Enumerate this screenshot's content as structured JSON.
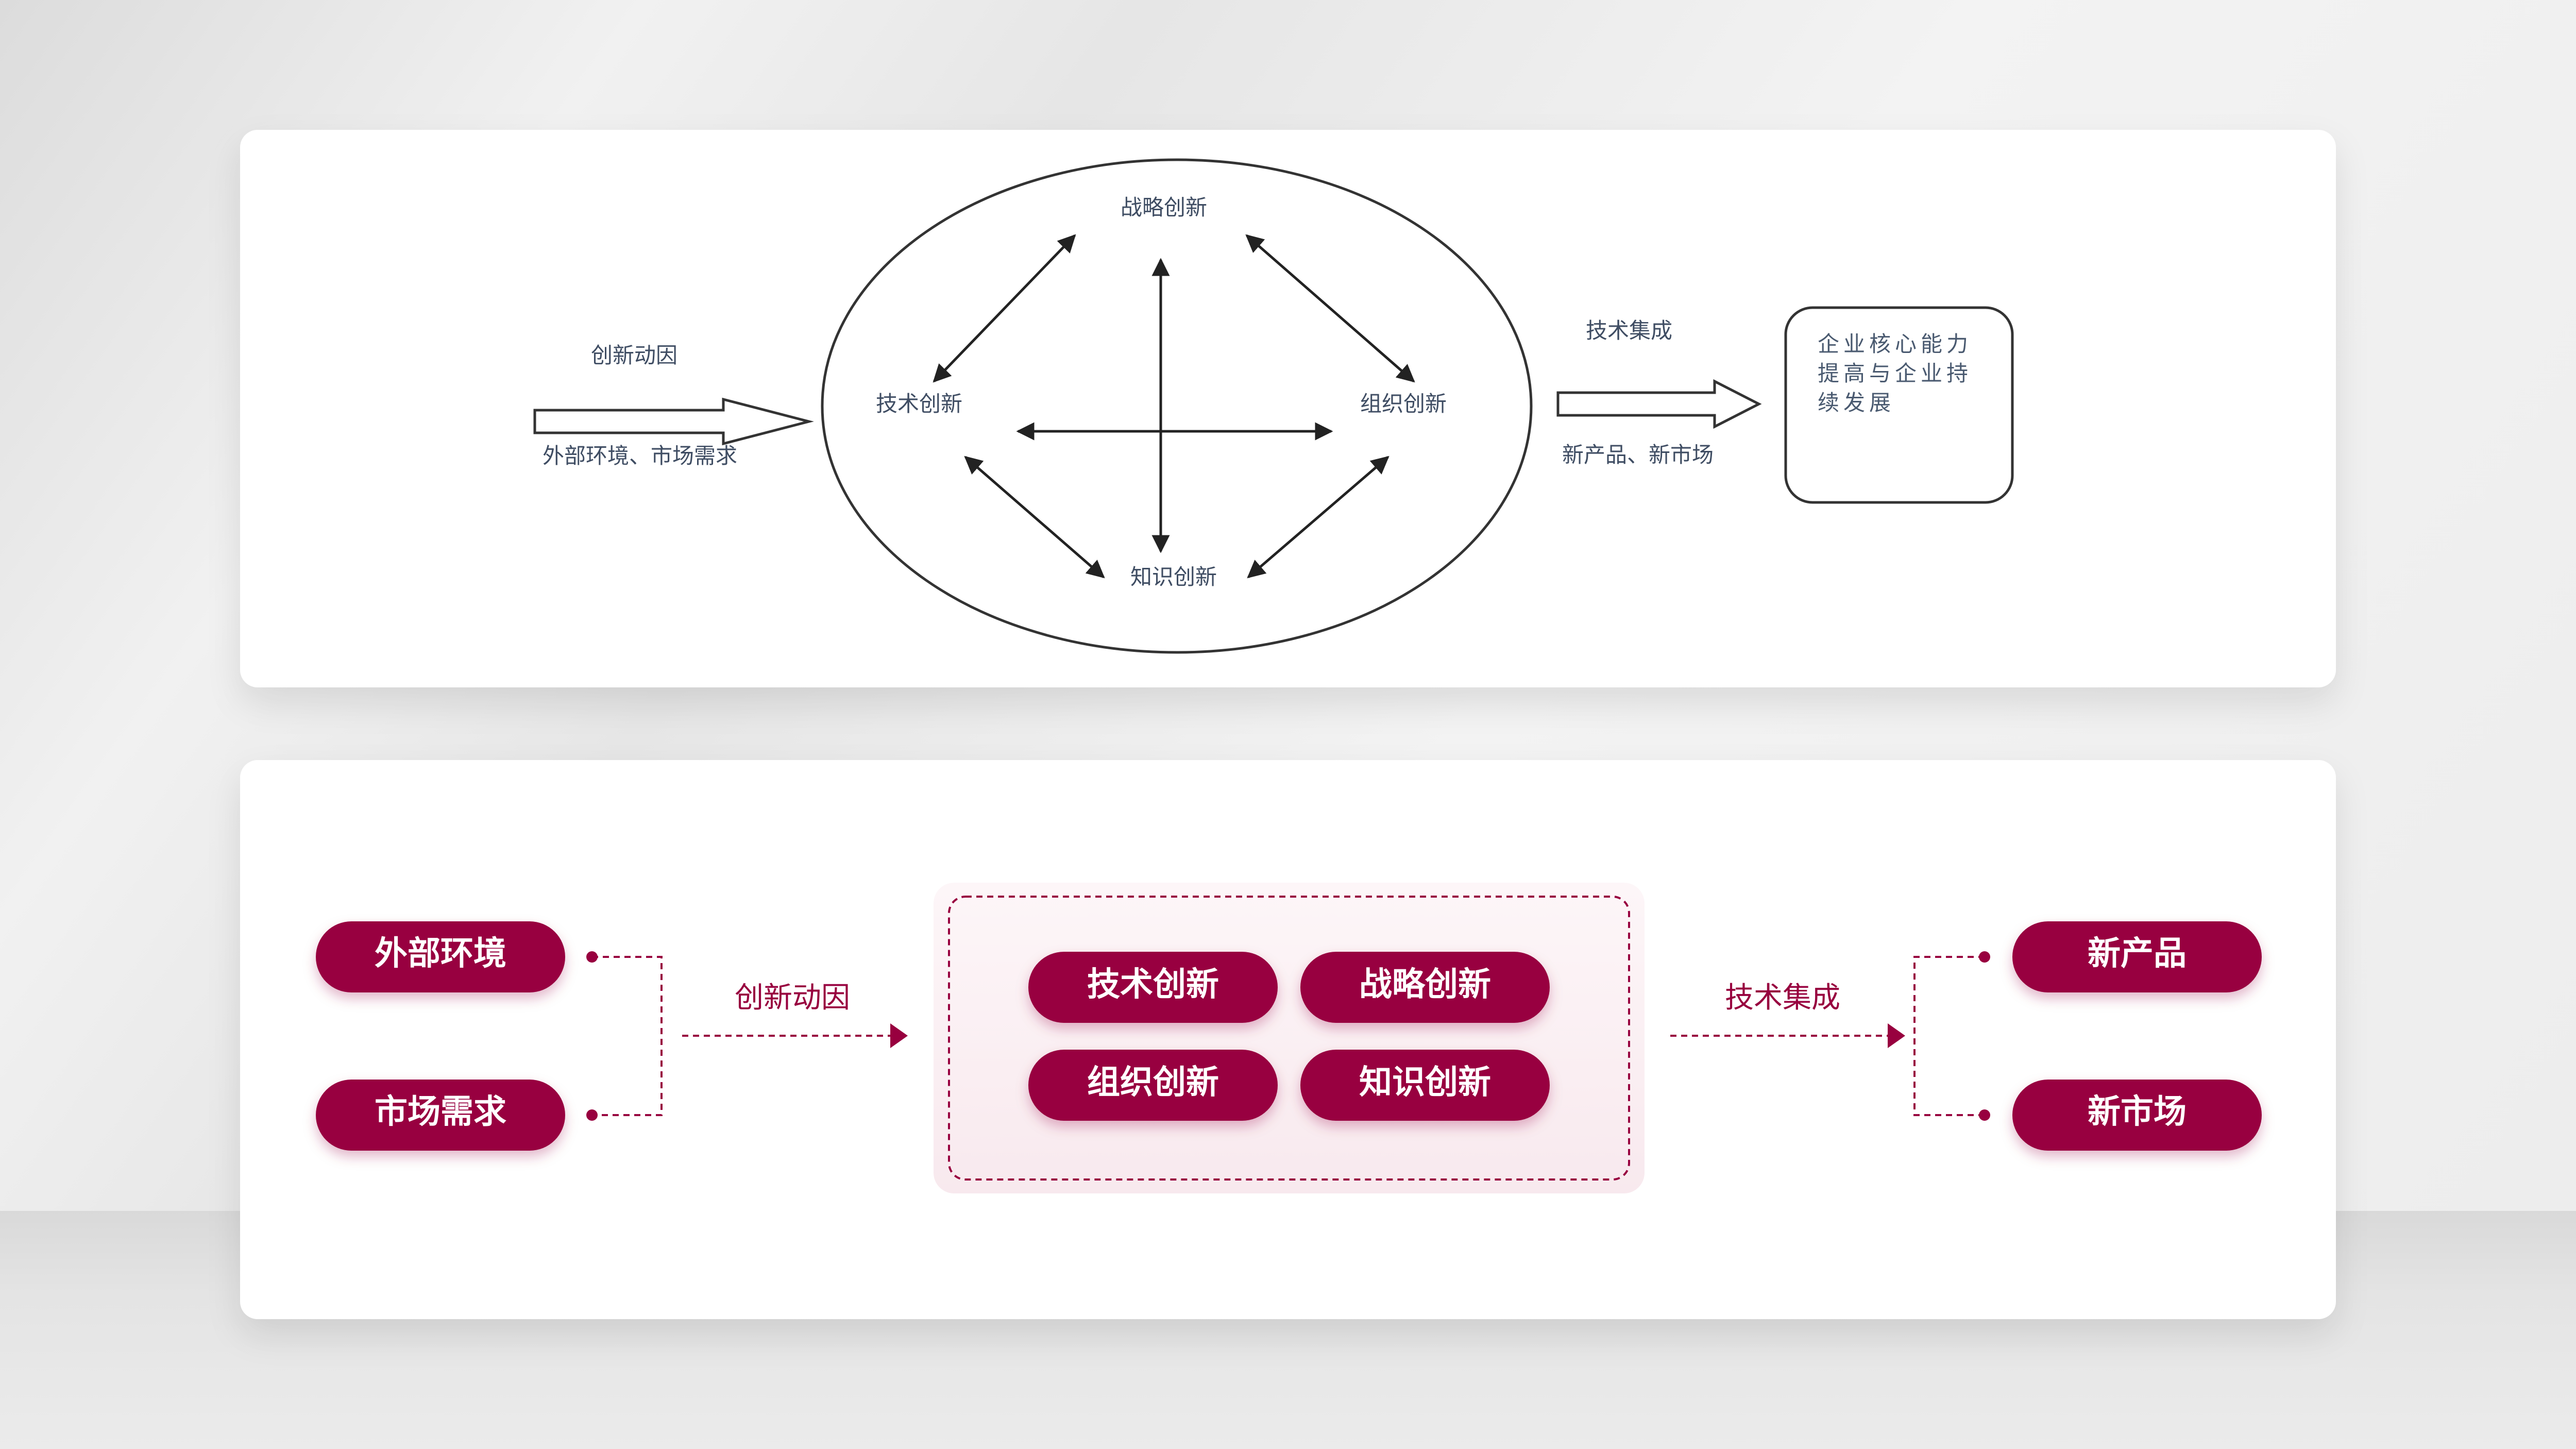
{
  "original": {
    "driver_label": "创新动因",
    "driver_sub": "外部环境、市场需求",
    "center": {
      "top": "战略创新",
      "left": "技术创新",
      "right": "组织创新",
      "bottom": "知识创新"
    },
    "integration_label": "技术集成",
    "integration_sub": "新产品、新市场",
    "result_lines": [
      "企业核心能力",
      "提高与企业持",
      "续发展"
    ]
  },
  "redesign": {
    "inputs": [
      "外部环境",
      "市场需求"
    ],
    "driver_label": "创新动因",
    "center_items": [
      "技术创新",
      "战略创新",
      "组织创新",
      "知识创新"
    ],
    "integration_label": "技术集成",
    "outputs": [
      "新产品",
      "新市场"
    ]
  },
  "colors": {
    "accent": "#98003f",
    "line_dark": "#2b2b2b",
    "text_gray": "#3f4d63"
  }
}
